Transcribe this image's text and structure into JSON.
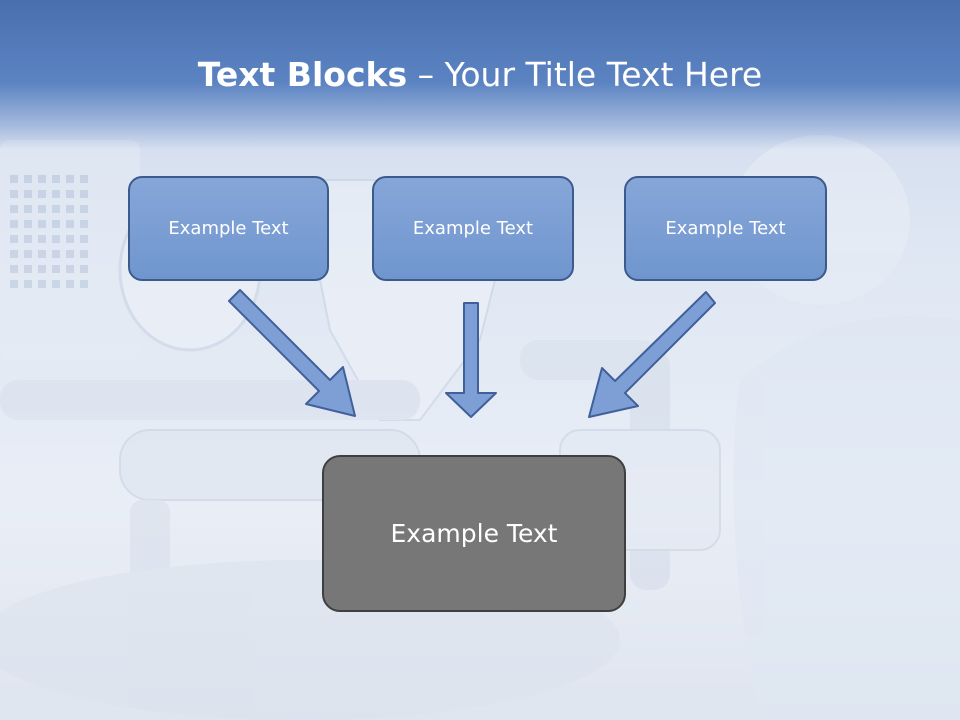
{
  "slide": {
    "title_bold": "Text Blocks",
    "title_dash": " – ",
    "title_rest": "Your Title Text Here"
  },
  "blocks": {
    "left": "Example Text",
    "center": "Example Text",
    "right": "Example Text",
    "main": "Example Text"
  },
  "colors": {
    "header": "#5b83c2",
    "block_fill": "#7b9ed5",
    "block_border": "#3c5a8c",
    "main_fill": "#777777",
    "arrow_fill": "#7d9fd6",
    "arrow_border": "#41609a"
  }
}
